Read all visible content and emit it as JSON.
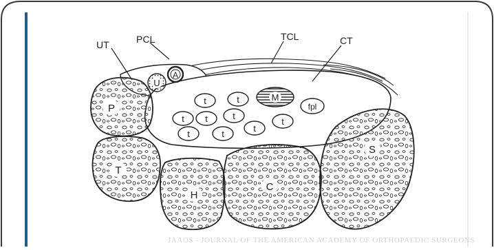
{
  "figure": {
    "credit": "JAAOS - JOURNAL OF THE AMERICAN ACADEMY OF ORTHOPAEDIC SURGEONS",
    "labels": {
      "ut": "UT",
      "pcl": "PCL",
      "tcl": "TCL",
      "ct": "CT",
      "u": "U",
      "a": "A",
      "m": "M",
      "fpl": "fpl",
      "t": "t",
      "p": "P",
      "tq": "T",
      "h": "H",
      "c": "C",
      "s": "S"
    }
  },
  "colors": {
    "frame_border": "#3a3a3a",
    "accent_bar": "#1f5f8b",
    "ink": "#222222",
    "credit": "#d2d2d2"
  }
}
